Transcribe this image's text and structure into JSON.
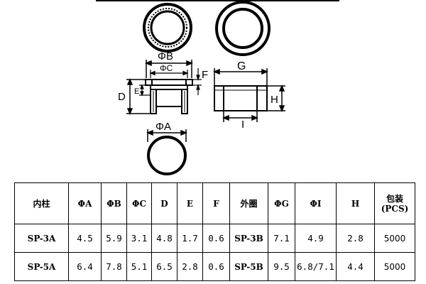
{
  "drawing": {
    "labels": {
      "phi_b": "ΦB",
      "phi_c": "ΦC",
      "phi_a": "ΦA",
      "d": "D",
      "e": "E",
      "f": "F",
      "g": "G",
      "h": "H",
      "i": "I"
    }
  },
  "table": {
    "header": {
      "col0": "内柱",
      "col1": "ΦA",
      "col2": "ΦB",
      "col3": "ΦC",
      "col4": "D",
      "col5": "E",
      "col6": "F",
      "col7": "外圈",
      "col8": "ΦG",
      "col9": "ΦI",
      "col10": "H",
      "col11_line1": "包装",
      "col11_line2": "(PCS)"
    },
    "rows": [
      [
        "SP-3A",
        "4.5",
        "5.9",
        "3.1",
        "4.8",
        "1.7",
        "0.6",
        "SP-3B",
        "7.1",
        "4.9",
        "2.8",
        "5000"
      ],
      [
        "SP-5A",
        "6.4",
        "7.8",
        "5.1",
        "6.5",
        "2.8",
        "0.6",
        "SP-5B",
        "9.5",
        "6.8/7.1",
        "4.4",
        "5000"
      ]
    ]
  }
}
